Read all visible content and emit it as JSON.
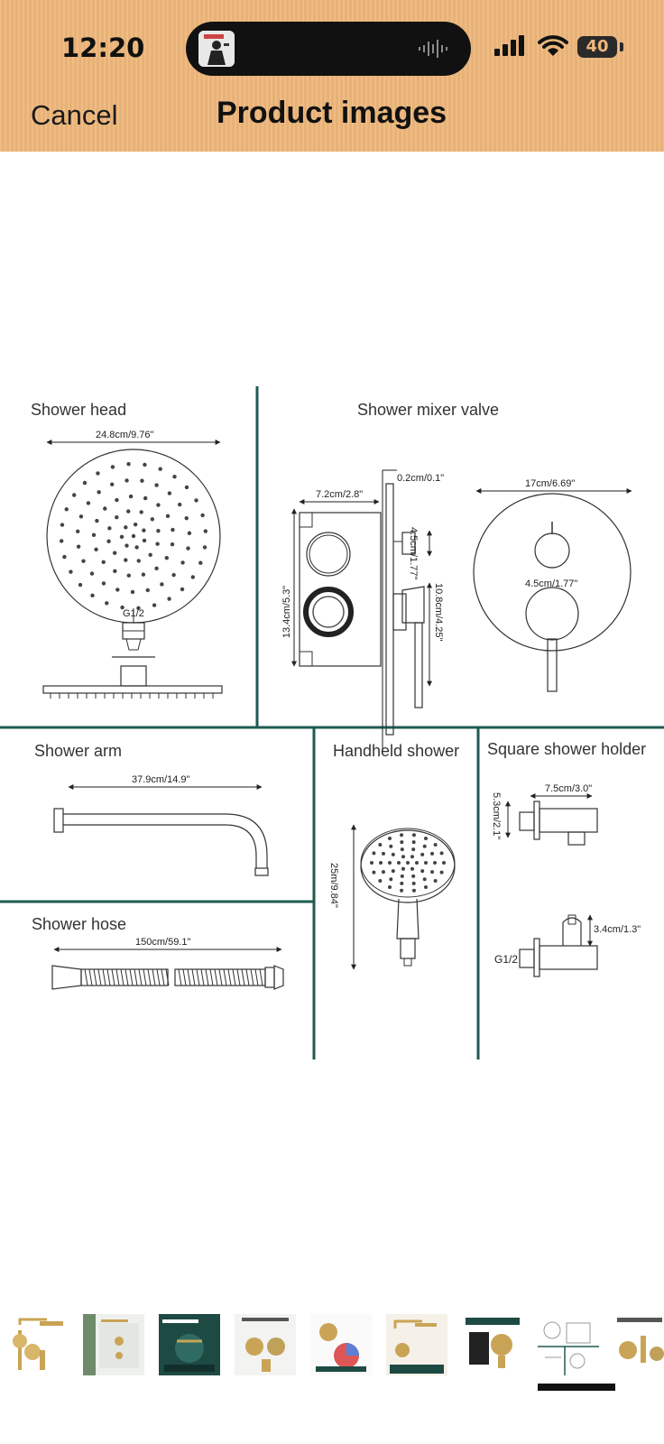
{
  "status_bar": {
    "time": "12:20",
    "battery": "40"
  },
  "header": {
    "cancel_label": "Cancel",
    "title": "Product images"
  },
  "diagram": {
    "shower_head": {
      "label": "Shower head",
      "width": "24.8cm/9.76\"",
      "thread": "G1/2"
    },
    "mixer_valve": {
      "label": "Shower mixer valve",
      "plate_thickness": "0.2cm/0.1\"",
      "body_depth": "7.2cm/2.8\"",
      "body_height": "13.4cm/5.3\"",
      "knob_height": "4.5cm/1.77\"",
      "lever_height": "10.8cm/4.25\"",
      "plate_diameter": "17cm/6.69\"",
      "knob_diameter": "4.5cm/1.77\""
    },
    "shower_arm": {
      "label": "Shower arm",
      "length": "37.9cm/14.9\""
    },
    "shower_hose": {
      "label": "Shower hose",
      "length": "150cm/59.1\""
    },
    "handheld_shower": {
      "label": "Handheld shower",
      "length": "25m/9.84\""
    },
    "square_holder": {
      "label": "Square shower holder",
      "width": "7.5cm/3.0\"",
      "height": "5.3cm/2.1\"",
      "bracket_height": "3.4cm/1.3\"",
      "thread": "G1/2"
    }
  },
  "thumbnails": {
    "items": [
      "thumb-1",
      "thumb-2",
      "thumb-3",
      "thumb-4",
      "thumb-5",
      "thumb-6",
      "thumb-7",
      "thumb-8",
      "thumb-9"
    ],
    "selected_index": 7
  },
  "colors": {
    "header": "#efb87c",
    "divider": "#1f5a52",
    "brass": "#c9a456"
  }
}
